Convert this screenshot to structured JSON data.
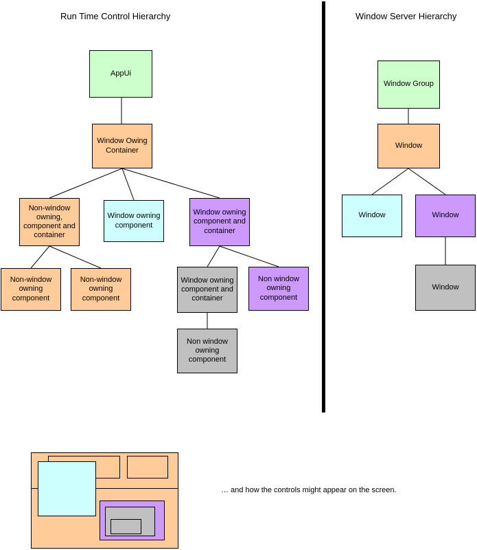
{
  "colors": {
    "green": "#ccffcc",
    "orange": "#ffcc99",
    "cyan": "#ccffff",
    "purple": "#cc99ff",
    "gray": "#c0c0c0",
    "line": "#000000"
  },
  "left_hierarchy": {
    "title": "Run Time Control Hierarchy",
    "nodes": [
      {
        "label": "AppUi",
        "color": "#ccffcc"
      },
      {
        "label": "Window Owing Container",
        "color": "#ffcc99"
      },
      {
        "label": "Non-window owning, component and container",
        "color": "#ffcc99"
      },
      {
        "label": "Window owning component",
        "color": "#ccffff"
      },
      {
        "label": "Window owning component and container",
        "color": "#cc99ff"
      },
      {
        "label": "Non-window owning component",
        "color": "#ffcc99"
      },
      {
        "label": "Non-window owning component",
        "color": "#ffcc99"
      },
      {
        "label": "Window owning component and container",
        "color": "#c0c0c0"
      },
      {
        "label": "Non window owning component",
        "color": "#cc99ff"
      },
      {
        "label": "Non window owning component",
        "color": "#c0c0c0"
      }
    ]
  },
  "right_hierarchy": {
    "title": "Window Server Hierarchy",
    "nodes": [
      {
        "label": "Window Group",
        "color": "#ccffcc"
      },
      {
        "label": "Window",
        "color": "#ffcc99"
      },
      {
        "label": "Window",
        "color": "#ccffff"
      },
      {
        "label": "Window",
        "color": "#cc99ff"
      },
      {
        "label": "Window",
        "color": "#c0c0c0"
      }
    ]
  },
  "caption": "… and how the controls might appear on the screen."
}
